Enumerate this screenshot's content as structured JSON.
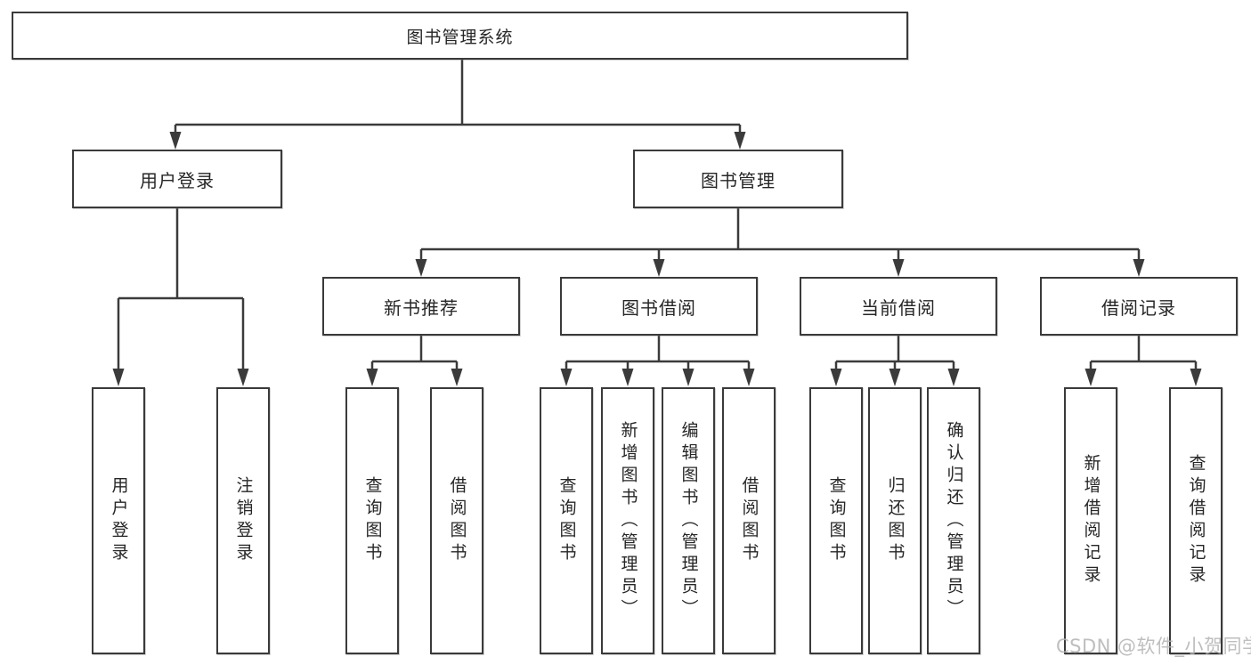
{
  "tree": {
    "label": "图书管理系统",
    "children": [
      {
        "label": "用户登录",
        "children": [
          {
            "label": "用户登录"
          },
          {
            "label": "注销登录"
          }
        ]
      },
      {
        "label": "图书管理",
        "children": [
          {
            "label": "新书推荐",
            "children": [
              {
                "label": "查询图书"
              },
              {
                "label": "借阅图书"
              }
            ]
          },
          {
            "label": "图书借阅",
            "children": [
              {
                "label": "查询图书"
              },
              {
                "label": "新增图书（管理员）"
              },
              {
                "label": "编辑图书（管理员）"
              },
              {
                "label": "借阅图书"
              }
            ]
          },
          {
            "label": "当前借阅",
            "children": [
              {
                "label": "查询图书"
              },
              {
                "label": "归还图书"
              },
              {
                "label": "确认归还（管理员）"
              }
            ]
          },
          {
            "label": "借阅记录",
            "children": [
              {
                "label": "新增借阅记录"
              },
              {
                "label": "查询借阅记录"
              }
            ]
          }
        ]
      }
    ]
  },
  "watermark": {
    "text": "CSDN @软件_小贺同学"
  },
  "colors": {
    "line": "#3b3b3b",
    "box_border": "#3a3a3a",
    "text": "#262626",
    "background": "#ffffff",
    "watermark": "#b3b3b3"
  }
}
